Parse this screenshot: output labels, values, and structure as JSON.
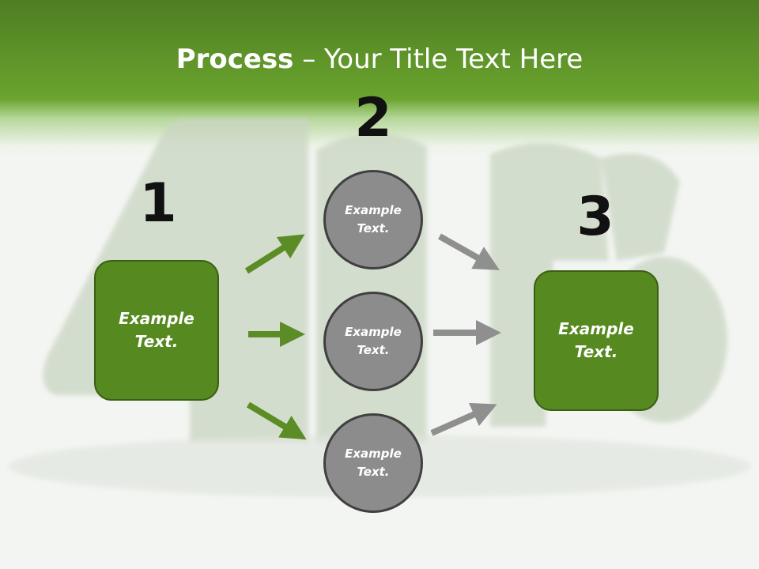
{
  "header": {
    "title_bold": "Process",
    "title_rest": " – Your Title Text Here"
  },
  "colors": {
    "header_green": "#6aa42e",
    "box_green": "#56891f",
    "circle_gray": "#8c8c8c",
    "arrow_green": "#5b8c26",
    "arrow_gray": "#8f8f8f"
  },
  "steps": {
    "one": {
      "number": "1",
      "label": "Example Text."
    },
    "two": {
      "number": "2",
      "items": [
        {
          "label": "Example Text."
        },
        {
          "label": "Example Text."
        },
        {
          "label": "Example Text."
        }
      ]
    },
    "three": {
      "number": "3",
      "label": "Example Text."
    }
  }
}
